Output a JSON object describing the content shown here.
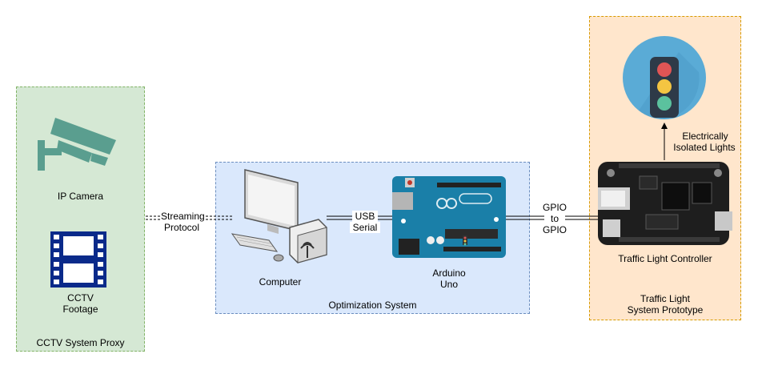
{
  "groups": {
    "cctv": {
      "label": "CCTV System Proxy",
      "fill": "#d5e8d4",
      "border": "#82b366"
    },
    "optimization": {
      "label": "Optimization System",
      "fill": "#dae8fc",
      "border": "#6c8ebf"
    },
    "traffic": {
      "label_line1": "Traffic Light",
      "label_line2": "System Prototype",
      "fill": "#ffe6cc",
      "border": "#d79b00"
    }
  },
  "nodes": {
    "ip_camera": {
      "label": "IP Camera"
    },
    "cctv_footage": {
      "label_line1": "CCTV",
      "label_line2": "Footage"
    },
    "computer": {
      "label": "Computer"
    },
    "arduino": {
      "label_line1": "Arduino",
      "label_line2": "Uno"
    },
    "controller": {
      "label": "Traffic Light Controller"
    },
    "lights": {
      "label_line1": "Electrically",
      "label_line2": "Isolated Lights"
    }
  },
  "edges": {
    "streaming": {
      "line1": "Streaming",
      "line2": "Protocol"
    },
    "usb": {
      "line1": "USB",
      "line2": "Serial"
    },
    "gpio": {
      "line1": "GPIO",
      "line2": "to",
      "line3": "GPIO"
    }
  },
  "colors": {
    "camera_icon": "#5a9e8f",
    "film_icon": "#0a2a8a",
    "arduino_board": "#1a7fa8",
    "traffic_circle": "#5aabd6",
    "red_light": "#e05555",
    "yellow_light": "#f4c542",
    "green_light": "#5bc29e"
  },
  "icons": [
    "cctv-camera-icon",
    "film-strip-icon",
    "desktop-computer-icon",
    "arduino-board-icon",
    "beaglebone-board-icon",
    "traffic-light-icon"
  ]
}
